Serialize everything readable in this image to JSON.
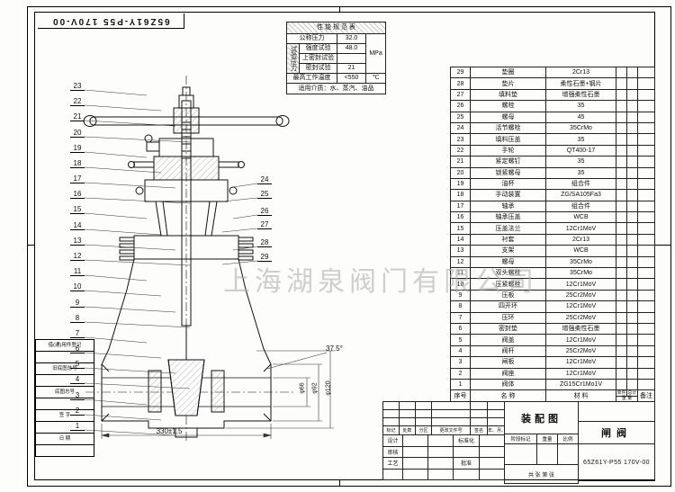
{
  "sheet": {
    "drawing_no_rotated": "65Z61Y-P55 170V-00"
  },
  "watermark": "上海湖泉阀门有限公司",
  "perf": {
    "title": "性 能 规 范 表",
    "nominal_pressure_label": "公称压力",
    "nominal_pressure_value": "32.0",
    "test_pressure_label": "试验压力",
    "strength_label": "强度试验",
    "strength_value": "48.0",
    "upper_seal_label": "上密封试验",
    "upper_seal_value": "",
    "seal_label": "密封试验",
    "seal_value": "21",
    "pressure_unit": "MPa",
    "max_temp_label": "最高工作温度",
    "max_temp_value": "<550",
    "temp_unit": "℃",
    "medium": "适用介质：水、蒸汽、油品"
  },
  "parts": {
    "headers": {
      "no": "序号",
      "name": "名  称",
      "material": "材  料",
      "unit": "单件",
      "total": "总计",
      "weight": "重 量",
      "remark": "备注"
    },
    "rows": [
      {
        "no": "29",
        "name": "垫圈",
        "material": "2Cr13"
      },
      {
        "no": "28",
        "name": "垫片",
        "material": "柔性石墨+钢片"
      },
      {
        "no": "27",
        "name": "填料垫",
        "material": "增强柔性石墨"
      },
      {
        "no": "26",
        "name": "螺栓",
        "material": "35"
      },
      {
        "no": "25",
        "name": "螺母",
        "material": "45"
      },
      {
        "no": "24",
        "name": "活节螺栓",
        "material": "35CrMo"
      },
      {
        "no": "23",
        "name": "填料压盖",
        "material": "35"
      },
      {
        "no": "22",
        "name": "手轮",
        "material": "QT400-17"
      },
      {
        "no": "21",
        "name": "紧定螺钉",
        "material": "35"
      },
      {
        "no": "20",
        "name": "锁紧螺母",
        "material": "35"
      },
      {
        "no": "19",
        "name": "油杯",
        "material": "组合件"
      },
      {
        "no": "18",
        "name": "手动装置",
        "material": "ZG/SA105Fa3"
      },
      {
        "no": "17",
        "name": "轴承",
        "material": "组合件"
      },
      {
        "no": "16",
        "name": "轴承压盖",
        "material": "WCB"
      },
      {
        "no": "15",
        "name": "压盖法兰",
        "material": "12Cr1MoV"
      },
      {
        "no": "14",
        "name": "衬套",
        "material": "2Cr13"
      },
      {
        "no": "13",
        "name": "支架",
        "material": "WCB"
      },
      {
        "no": "12",
        "name": "螺母",
        "material": "35CrMo"
      },
      {
        "no": "11",
        "name": "双头螺栓",
        "material": "35CrMo"
      },
      {
        "no": "10",
        "name": "压紧螺栓",
        "material": "12Cr1MoV"
      },
      {
        "no": "9",
        "name": "压板",
        "material": "25Cr2MoV"
      },
      {
        "no": "8",
        "name": "四开环",
        "material": "12Cr1MoV"
      },
      {
        "no": "7",
        "name": "压环",
        "material": "25Cr2MoV"
      },
      {
        "no": "6",
        "name": "密封垫",
        "material": "增强柔性石墨"
      },
      {
        "no": "5",
        "name": "阀盖",
        "material": "12Cr1MoV"
      },
      {
        "no": "4",
        "name": "阀杆",
        "material": "25Cr2MoV"
      },
      {
        "no": "3",
        "name": "闸板",
        "material": "12Cr1MoV"
      },
      {
        "no": "2",
        "name": "阀座",
        "material": "12Cr1MoV"
      },
      {
        "no": "1",
        "name": "阀体",
        "material": "ZG15Cr1Mo1V"
      }
    ]
  },
  "drawing": {
    "balloons_left": [
      "23",
      "22",
      "21",
      "20",
      "19",
      "18",
      "17",
      "16",
      "15",
      "14",
      "13",
      "12",
      "11",
      "10",
      "9",
      "8",
      "7",
      "6",
      "5",
      "4",
      "3",
      "2",
      "1"
    ],
    "balloons_right": [
      "24",
      "25",
      "26",
      "27",
      "28",
      "29"
    ],
    "dims": {
      "length": "330±1.5",
      "bore": "φ66",
      "pipe": "φ92",
      "flange": "φ120",
      "bevel": "37.5°"
    }
  },
  "title_block": {
    "view_name": "装配图",
    "product_name": "闸阀",
    "drawing_no": "65Z61Y-P55 170V-00",
    "rev_headers": [
      "标记",
      "处数",
      "分区",
      "更改文件号",
      "签名",
      "年、月、日"
    ],
    "sign_rows": [
      [
        "设计",
        "标准化"
      ],
      [
        "审核",
        ""
      ],
      [
        "工艺",
        "批准"
      ],
      [
        "",
        ""
      ]
    ],
    "stage_label": "阶段标记",
    "weight_label": "重量",
    "scale_label": "比例",
    "sheets_label": "共  张  第  张"
  },
  "margin_blocks": [
    "借(通)用件登记",
    "旧底图总号",
    "底图总号",
    "签 字",
    "日 期"
  ]
}
